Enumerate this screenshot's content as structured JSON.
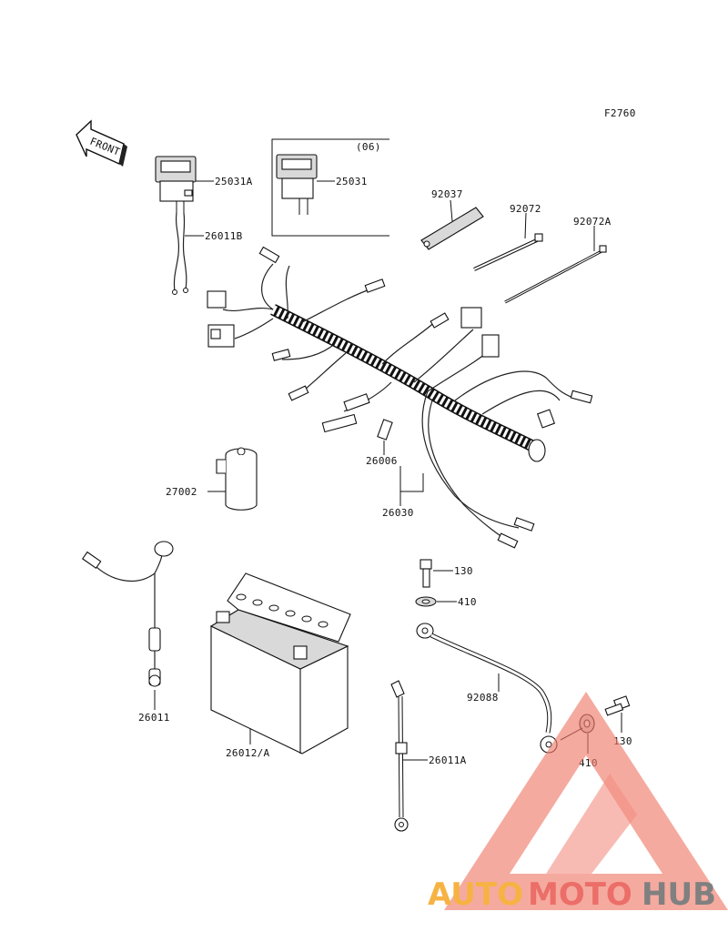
{
  "figure_code": "F2760",
  "front_label": "FRONT",
  "inset_note": "(06)",
  "colors": {
    "line": "#111111",
    "watermark_orange": "#f5a623",
    "watermark_red": "#e8554e",
    "watermark_gray": "#6b6b6b"
  },
  "parts": [
    {
      "key": "p25031A",
      "number": "25031A"
    },
    {
      "key": "p25031",
      "number": "25031"
    },
    {
      "key": "p26011B",
      "number": "26011B"
    },
    {
      "key": "p92037",
      "number": "92037"
    },
    {
      "key": "p92072",
      "number": "92072"
    },
    {
      "key": "p92072A",
      "number": "92072A"
    },
    {
      "key": "p26006",
      "number": "26006"
    },
    {
      "key": "p27002",
      "number": "27002"
    },
    {
      "key": "p26030",
      "number": "26030"
    },
    {
      "key": "p130a",
      "number": "130"
    },
    {
      "key": "p410a",
      "number": "410"
    },
    {
      "key": "p92088",
      "number": "92088"
    },
    {
      "key": "p26011",
      "number": "26011"
    },
    {
      "key": "p26012A",
      "number": "26012/A"
    },
    {
      "key": "p26011A",
      "number": "26011A"
    },
    {
      "key": "p410b",
      "number": "410"
    },
    {
      "key": "p130b",
      "number": "130"
    }
  ],
  "watermark": {
    "part1": "AUTO",
    "part2": "MOTO",
    "part3": "HUB"
  }
}
